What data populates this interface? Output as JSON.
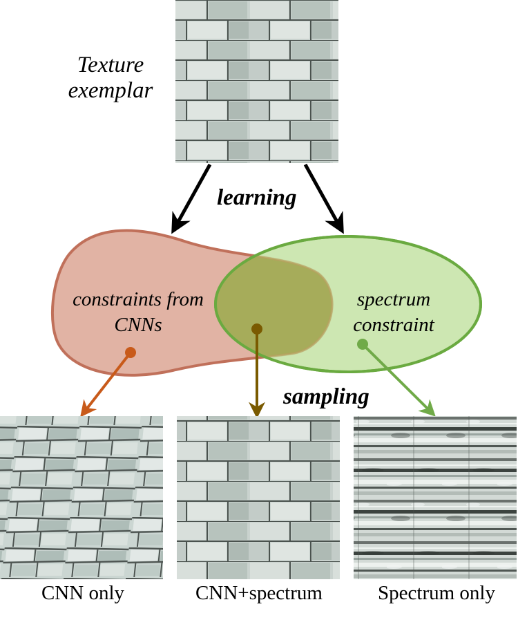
{
  "exemplar": {
    "label_line1": "Texture",
    "label_line2": "exemplar"
  },
  "arrows": {
    "learning_label": "learning",
    "sampling_label": "sampling"
  },
  "sets": {
    "cnn_line1": "constraints from",
    "cnn_line2": "CNNs",
    "spectrum_line1": "spectrum",
    "spectrum_line2": "constraint"
  },
  "outputs": [
    {
      "caption": "CNN only"
    },
    {
      "caption": "CNN+spectrum"
    },
    {
      "caption": "Spectrum only"
    }
  ],
  "colors": {
    "cnn_fill": "#e1b3a4",
    "cnn_stroke": "#c0705a",
    "cnn_arrow": "#c85a1a",
    "spectrum_fill": "#c4e3a4",
    "spectrum_stroke": "#6aaa40",
    "spectrum_arrow": "#70aa48",
    "overlap_fill": "#a6ac5a",
    "both_arrow": "#7a5a00",
    "texture_base": "#c9d2ce",
    "mortar": "#4a524e"
  }
}
